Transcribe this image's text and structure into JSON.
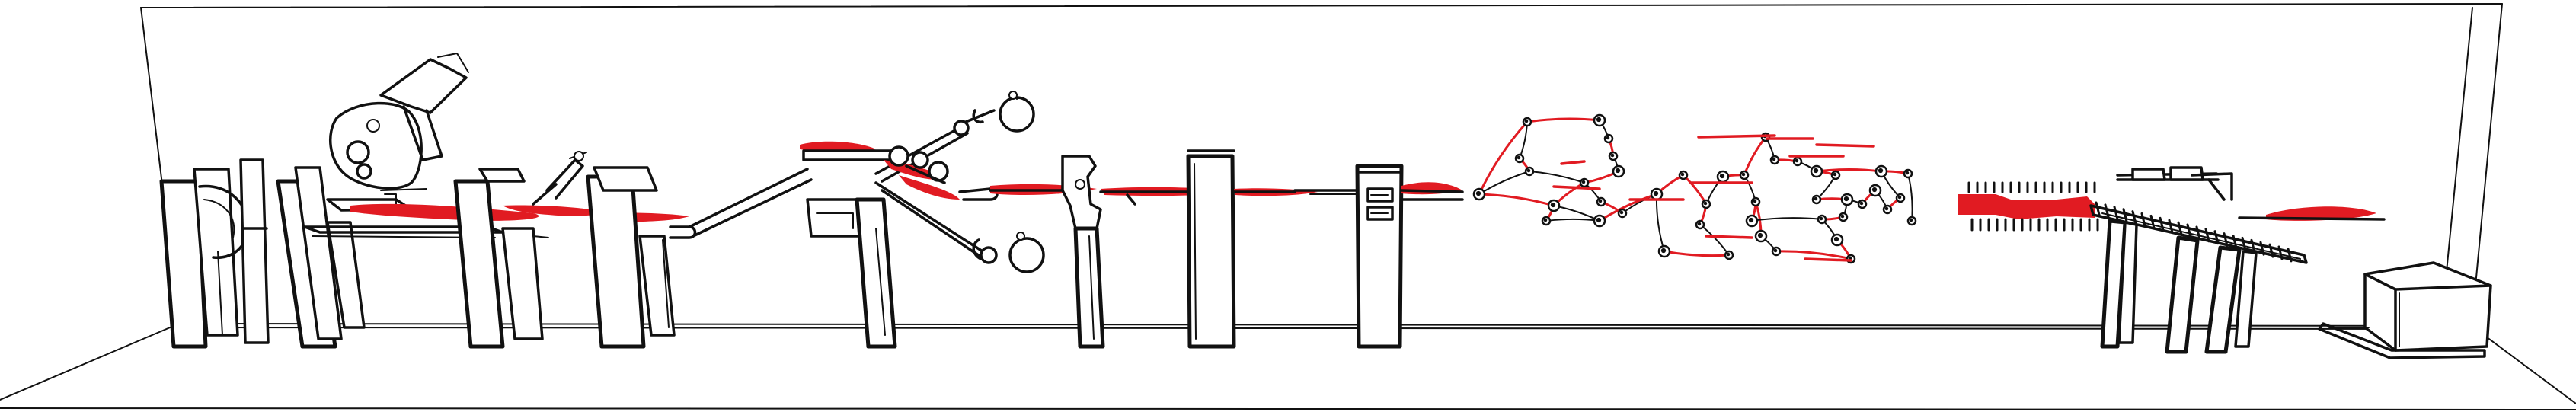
{
  "colors": {
    "line": "#111111",
    "accent": "#e11b22",
    "background": "#ffffff"
  },
  "stations": [
    {
      "name": "unwind-stand",
      "icon": "unwind-stand-icon"
    },
    {
      "name": "feeding-robot",
      "icon": "robot-arm-icon"
    },
    {
      "name": "first-forming-station",
      "icon": "forming-station-icon"
    },
    {
      "name": "pulley-crane",
      "icon": "pulley-crane-icon"
    },
    {
      "name": "guillotine-cutter",
      "icon": "guillotine-icon"
    },
    {
      "name": "press-column",
      "icon": "press-column-icon"
    },
    {
      "name": "control-cabinet",
      "icon": "control-cabinet-icon"
    },
    {
      "name": "web-splitting-network",
      "icon": "roller-network-icon"
    },
    {
      "name": "stacking-conveyor",
      "icon": "stacking-conveyor-icon"
    },
    {
      "name": "output-box",
      "icon": "box-icon"
    }
  ]
}
